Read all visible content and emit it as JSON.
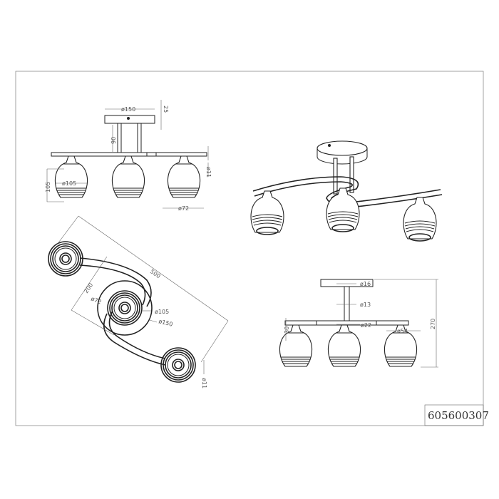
{
  "product_number": "605600307",
  "side_view": {
    "canopy_diameter": "ø150",
    "canopy_height": "25",
    "stem_height": "90",
    "globe_height": "105",
    "globe_diameter": "ø105",
    "globe_opening": "ø72",
    "bar_thickness": "ø11"
  },
  "top_view": {
    "overall_length": "500",
    "arm_width": "200",
    "globe_opening": "ø72",
    "globe_diameter": "ø105",
    "canopy_diameter": "ø150",
    "bar_thickness": "ø11"
  },
  "front_view": {
    "canopy_hole": "ø16",
    "stem_diameter": "ø13",
    "joint_diameter": "ø22",
    "socket_diameter": "ø54",
    "socket_height": "30",
    "overall_height": "270"
  }
}
